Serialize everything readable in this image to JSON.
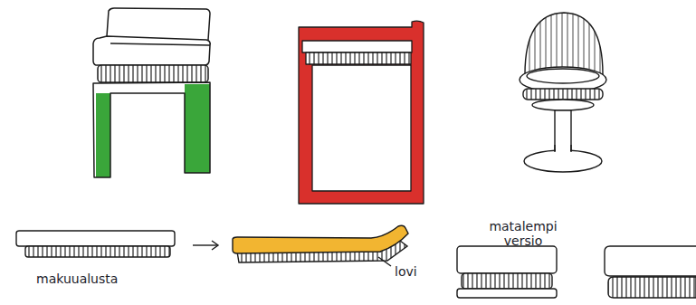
{
  "diagram": {
    "labels": [
      "makuualusta",
      "lovi",
      "matalempi versio"
    ]
  }
}
